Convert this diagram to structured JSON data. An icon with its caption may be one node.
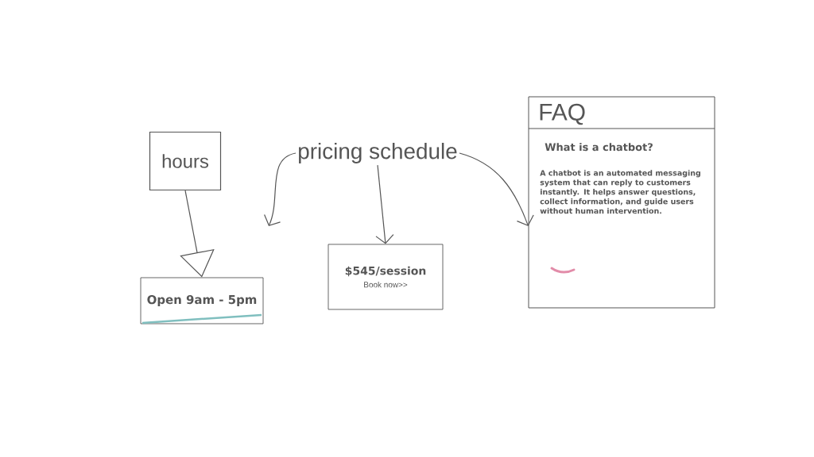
{
  "diagram": {
    "nodes": [
      {
        "text": [
          "hours"
        ]
      },
      {
        "text": [
          "Open 9am - 5pm"
        ]
      },
      {
        "text": [
          "pricing schedule"
        ]
      },
      {
        "text": [
          "$545/session",
          "Book now>>"
        ]
      },
      {
        "text": [
          "FAQ",
          "What is a chatbot?",
          "A chatbot is an automated messaging system that can reply to customers instantly. It helps answer questions, collect information, and guide users without human intervention."
        ]
      }
    ],
    "edges": [
      {
        "from": 0,
        "to": 1,
        "arrow": "to"
      },
      {
        "from": 2,
        "to": null,
        "arrow": "to"
      },
      {
        "from": 2,
        "to": 3,
        "arrow": "to"
      },
      {
        "from": 2,
        "to": 4,
        "arrow": "to"
      }
    ]
  }
}
